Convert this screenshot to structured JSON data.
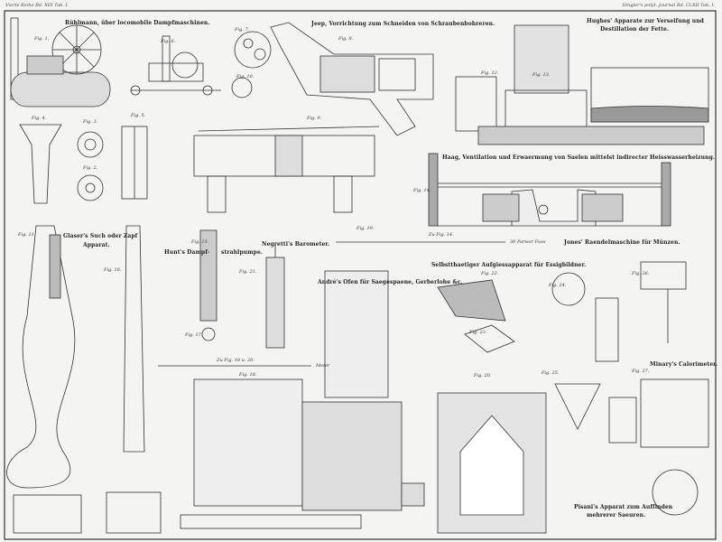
{
  "header": {
    "left": "Vierte Reihe Bd. XIII Tab. I.",
    "right": "Dingler's polyt. Journal Bd. CLXII Tab. I."
  },
  "titles": {
    "ruehlmann": "Rühlmann, über locomobile Dampfmaschinen.",
    "jeep": "Jeep, Vorrichtung zum Schneiden von Schraubenbohreren.",
    "hughes_1": "Hughes' Apparate zur Verseifung und",
    "hughes_2": "Destillation der Fette.",
    "haag": "Haag, Ventilation und Erwaermung von Saelen mittelst indirecter Heisswasserheizung.",
    "jones": "Jones' Raendelmaschine für Münzen.",
    "glaser_1": "Glaser's Such oder Zapf",
    "glaser_2": "Apparat.",
    "hunt_1": "Hunt's Dampf-",
    "hunt_2": "strahlpumpe.",
    "negretti": "Negretti's Barometer.",
    "andre": "André's Ofen für Saegespaene, Gerberlohe &c.",
    "essig": "Selbstthaetiger Aufgiessapparat für Essigbildner.",
    "minary": "Minary's Calorimeter.",
    "pisani_1": "Pisani's Apparat zum Auffinden",
    "pisani_2": "mehrerer Saeuren."
  },
  "figs": {
    "f1": "Fig. 1.",
    "f2": "Fig. 2.",
    "f3": "Fig. 3.",
    "f4": "Fig. 4.",
    "f5": "Fig. 5.",
    "f6": "Fig. 6.",
    "f7": "Fig. 7.",
    "f8": "Fig. 8.",
    "f9": "Fig. 9.",
    "f10": "Fig. 10.",
    "f11": "Fig. 11.",
    "f12": "Fig. 12.",
    "f13": "Fig. 13.",
    "f14": "Fig. 14.",
    "f15": "Fig. 15.",
    "f16": "Fig. 16.",
    "f17": "Fig. 17.",
    "f18": "Fig. 18.",
    "f19": "Fig. 19.",
    "f20": "Fig. 20.",
    "f21": "Fig. 21.",
    "f22": "Fig. 22.",
    "f23": "Fig. 23.",
    "f24": "Fig. 24.",
    "f25": "Fig. 25.",
    "f26": "Fig. 26.",
    "f27": "Fig. 27."
  },
  "scales": {
    "haag": "Zu Fig. 14.",
    "haag_unit": "30 Pariser Fuss",
    "andre": "Zu Fig. 18 u. 20.",
    "andre_unit": "Meter"
  }
}
